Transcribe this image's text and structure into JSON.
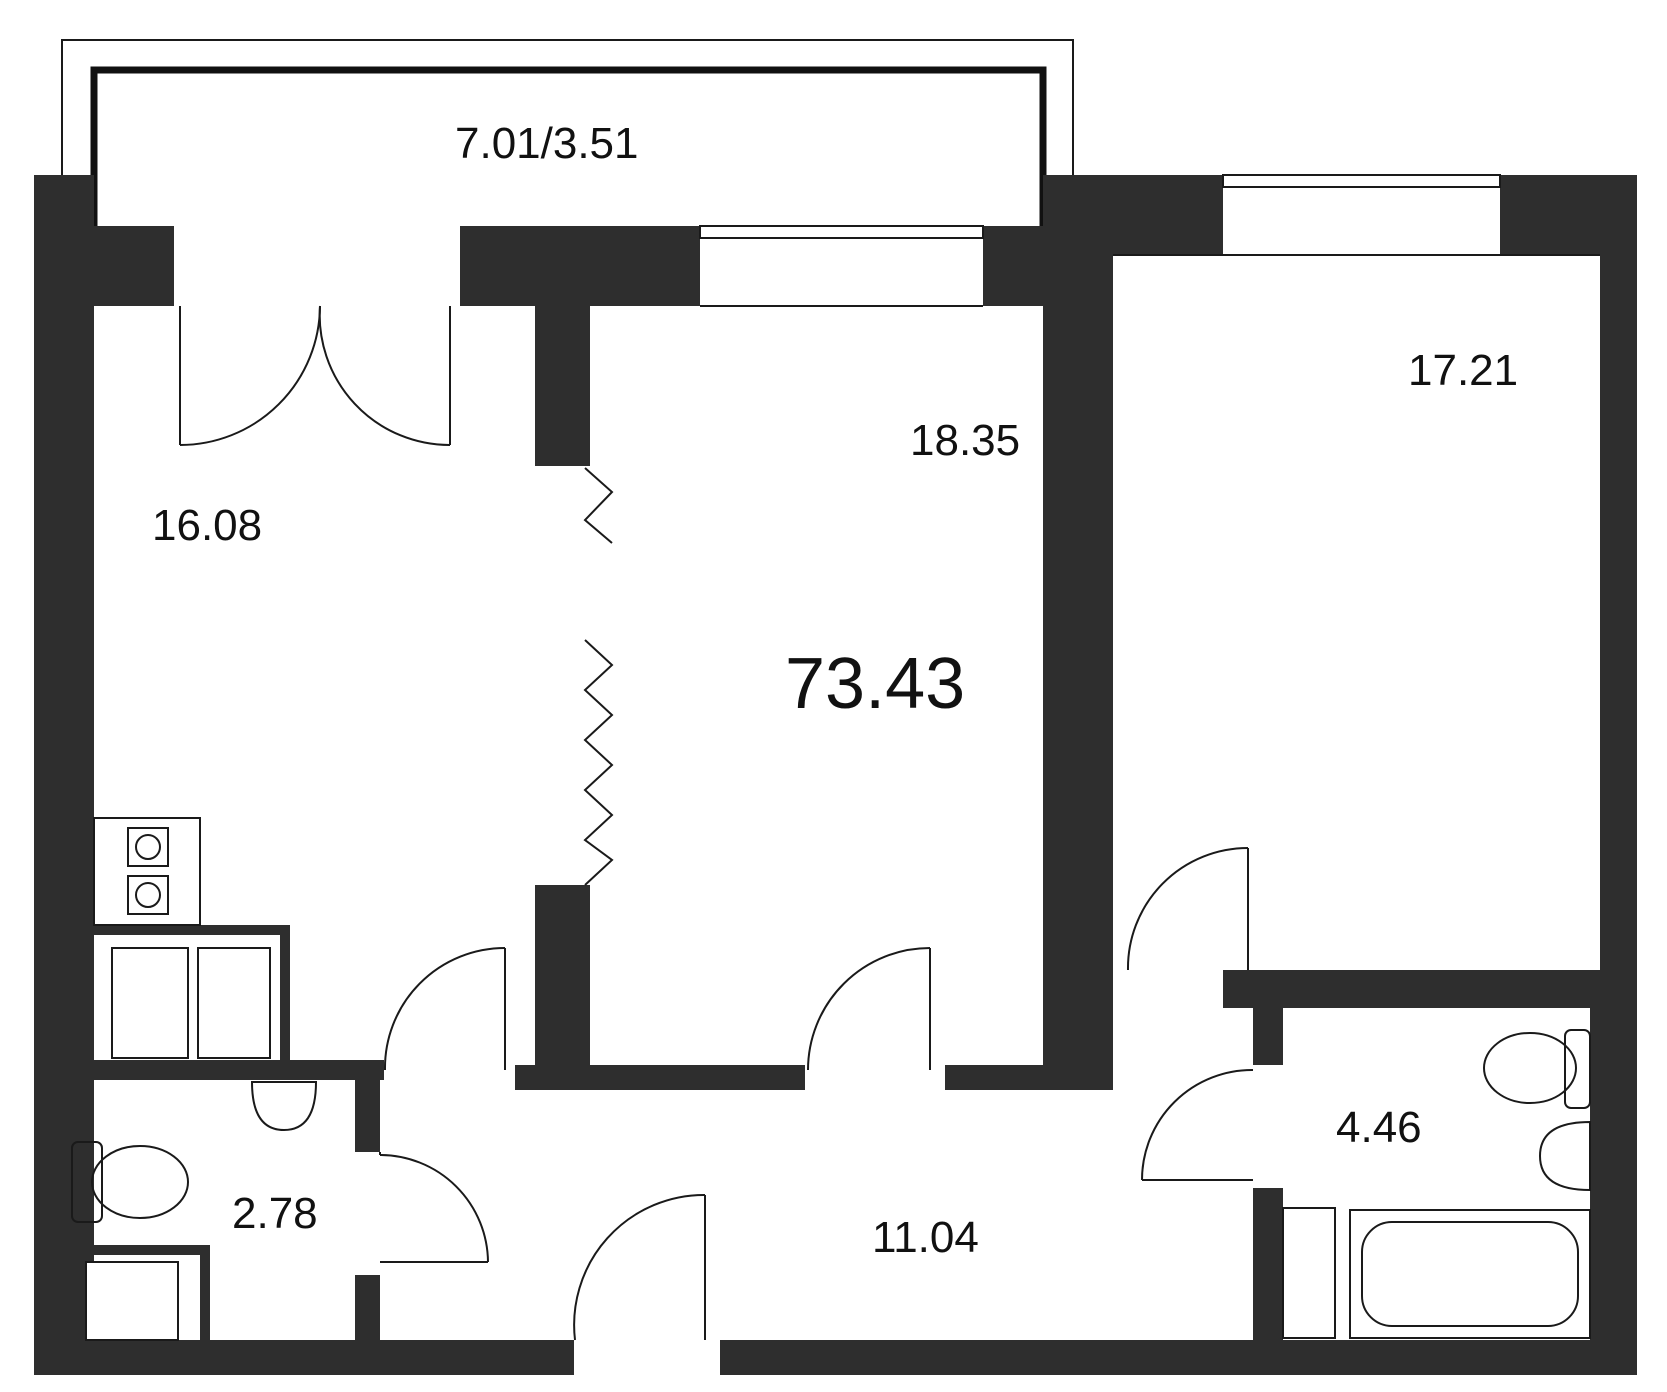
{
  "plan": {
    "total_area": "73.43",
    "rooms": {
      "balcony": "7.01/3.51",
      "kitchen_living": "16.08",
      "room_1": "18.35",
      "room_2": "17.21",
      "bathroom_small": "2.78",
      "hallway": "11.04",
      "bathroom_large": "4.46"
    }
  },
  "colors": {
    "wall": "#2e2e2e",
    "line": "#1a1a1a",
    "background": "#ffffff"
  }
}
